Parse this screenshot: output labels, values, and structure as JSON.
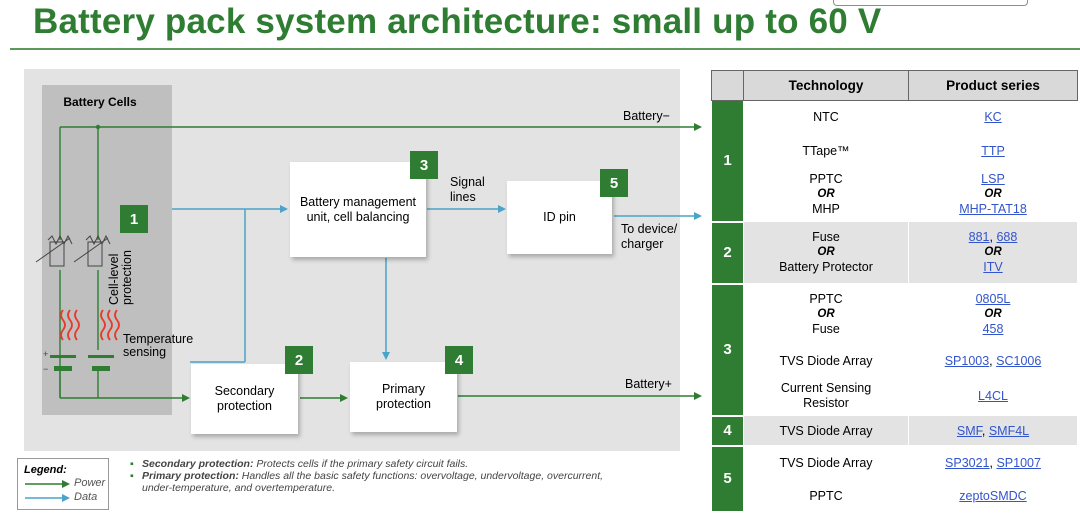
{
  "title": "Battery pack system architecture: small up to 60 V",
  "diagram": {
    "battery_cells": "Battery Cells",
    "cell_level_protection": "Cell-level protection",
    "temperature_sensing": "Temperature sensing",
    "battery_minus": "Battery−",
    "battery_plus": "Battery+",
    "signal_lines": "Signal lines",
    "to_device": "To device/ charger",
    "boxes": {
      "bmu": "Battery management unit, cell balancing",
      "id_pin": "ID pin",
      "secondary": "Secondary protection",
      "primary": "Primary protection"
    },
    "numbers": {
      "n1": "1",
      "n2": "2",
      "n3": "3",
      "n4": "4",
      "n5": "5"
    }
  },
  "legend": {
    "title": "Legend:",
    "power": "Power",
    "data": "Data"
  },
  "notes": [
    {
      "head": "Secondary protection:",
      "text": " Protects cells if the primary safety circuit fails."
    },
    {
      "head": "Primary protection:",
      "text": " Handles all the basic safety functions: overvoltage, undervoltage, overcurrent, under-temperature, and overtemperature."
    }
  ],
  "table": {
    "headers": [
      "",
      "Technology",
      "Product series"
    ],
    "rows": [
      {
        "group": "1",
        "tech": "NTC",
        "series": "KC"
      },
      {
        "group": "1",
        "tech": "TTape™",
        "series": "TTP"
      },
      {
        "group": "1",
        "tech": [
          "PPTC",
          "OR",
          "MHP"
        ],
        "series": [
          "LSP",
          "OR",
          "MHP-TAT18"
        ]
      },
      {
        "group": "2",
        "tech": [
          "Fuse",
          "OR",
          "Battery Protector"
        ],
        "series": [
          "881",
          "688",
          "OR",
          "ITV"
        ]
      },
      {
        "group": "3",
        "tech": [
          "PPTC",
          "OR",
          "Fuse"
        ],
        "series": [
          "0805L",
          "OR",
          "458"
        ]
      },
      {
        "group": "3",
        "tech": "TVS Diode Array",
        "series": [
          "SP1003",
          "SC1006"
        ]
      },
      {
        "group": "3",
        "tech": [
          "Current Sensing",
          "Resistor"
        ],
        "series": "L4CL"
      },
      {
        "group": "4",
        "tech": "TVS Diode Array",
        "series": [
          "SMF",
          "SMF4L"
        ]
      },
      {
        "group": "5",
        "tech": "TVS Diode Array",
        "series": [
          "SP3021",
          "SP1007"
        ]
      },
      {
        "group": "5",
        "tech": "PPTC",
        "series": "zeptoSMDC"
      }
    ],
    "separator": ", "
  },
  "colors": {
    "power": "#2e7d32",
    "data": "#4aa3c8",
    "heat": "#e83a2a"
  }
}
